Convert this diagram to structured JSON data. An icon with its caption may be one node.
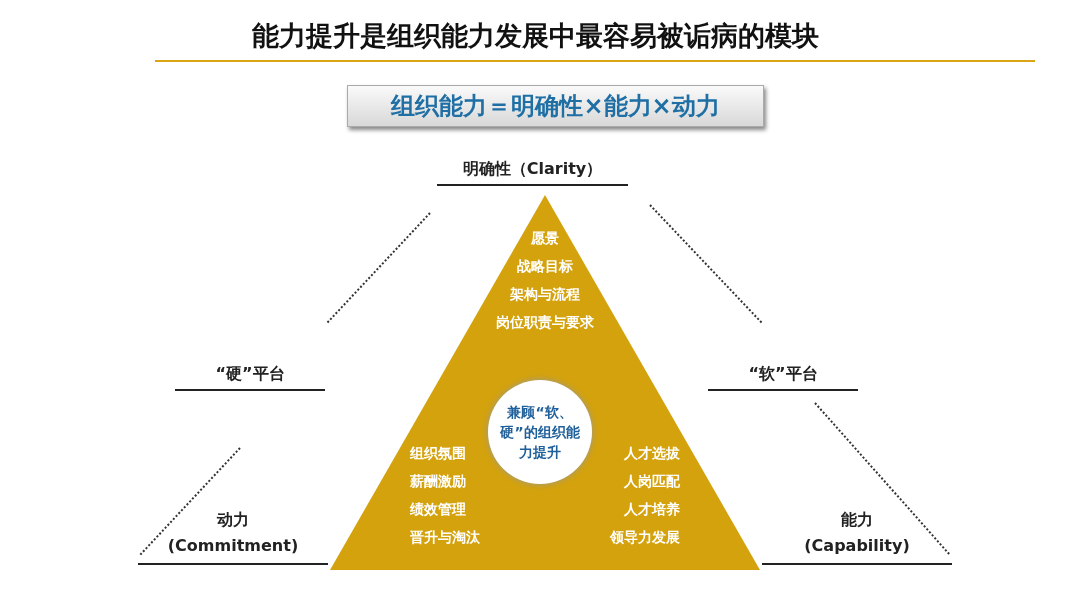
{
  "diagram": {
    "title": "能力提升是组织能力发展中最容易被诟病的模块",
    "nodes": [
      {
        "text": [
          "组织能力＝明确性×能力×动力"
        ]
      },
      {
        "text": [
          "愿景",
          "战略目标",
          "架构与流程",
          "岗位职责与要求",
          "组织氛围",
          "薪酬激励",
          "绩效管理",
          "晋升与淘汰",
          "人才选拔",
          "人岗匹配",
          "人才培养",
          "领导力发展"
        ]
      },
      {
        "text": [
          "兼顾“软、硬”的组织能力提升"
        ],
        "in": 1
      }
    ],
    "edges": [],
    "labels": [
      "明确性（Clarity）",
      "“硬”平台",
      "“软”平台",
      "动力 (Commitment)",
      "能力 (Capability)"
    ]
  }
}
